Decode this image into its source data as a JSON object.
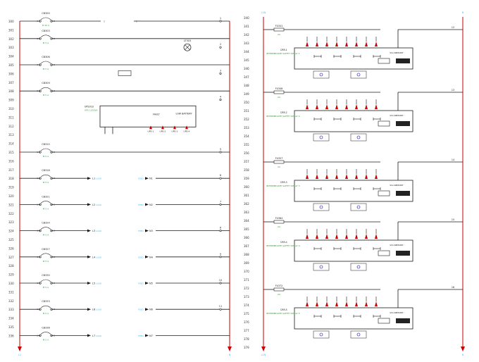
{
  "colors": {
    "wire": "#1a1a1a",
    "rail": "#cc0000",
    "tag": "#5ab8e8",
    "label": "#2e9e2e",
    "coil": "#0000aa"
  },
  "left": {
    "rungs": [
      "300",
      "301",
      "302",
      "303",
      "304",
      "305",
      "306",
      "307",
      "308",
      "309",
      "310",
      "311",
      "312",
      "313",
      "314",
      "315",
      "316",
      "317",
      "318",
      "319",
      "320",
      "321",
      "322",
      "323",
      "324",
      "325",
      "326",
      "327",
      "328",
      "329",
      "330",
      "331",
      "332",
      "333",
      "334",
      "335",
      "336"
    ],
    "breakers": [
      {
        "name": "CB300",
        "sub": "M 10 A",
        "wire": "2"
      },
      {
        "name": "CB303",
        "sub": "M 5 A",
        "wire": "3"
      },
      {
        "name": "CB306",
        "sub": "M 5 A",
        "wire": "4"
      },
      {
        "name": "CB309",
        "sub": "M 5 A",
        "wire": "5"
      },
      {
        "name": "CB315",
        "sub": "M 5 A",
        "wire": "6"
      },
      {
        "name": "CB318",
        "sub": "M 5 A",
        "wire": "L1"
      },
      {
        "name": "CB321",
        "sub": "M 5 A",
        "wire": "L2"
      },
      {
        "name": "CB324",
        "sub": "M 5 A",
        "wire": "L3"
      },
      {
        "name": "CB327",
        "sub": "M 5 A",
        "wire": "L4"
      },
      {
        "name": "CB330",
        "sub": "M 5 A",
        "wire": "L5"
      },
      {
        "name": "CB333",
        "sub": "M 5 A",
        "wire": "L6"
      },
      {
        "name": "CB336",
        "sub": "M 5 A",
        "wire": "L7"
      }
    ],
    "out_numbers": [
      "1",
      "2",
      "3",
      "4",
      "5",
      "6",
      "7",
      "8",
      "9",
      "10",
      "11"
    ],
    "ups": {
      "name": "UPS310",
      "sub": "UPS 1200VA",
      "fault": "FAULT",
      "battery": "LOW BATTERY",
      "terms": [
        "UPS-1",
        "UPS-2",
        "UPS-3",
        "UPS-4"
      ]
    },
    "light": "LT303",
    "bottom_tags": [
      "L1",
      "N"
    ]
  },
  "right": {
    "rungs": [
      "340",
      "341",
      "342",
      "343",
      "344",
      "345",
      "346",
      "347",
      "348",
      "349",
      "350",
      "351",
      "352",
      "353",
      "354",
      "355",
      "356",
      "357",
      "358",
      "359",
      "360",
      "361",
      "362",
      "363",
      "364",
      "365",
      "366",
      "367",
      "368",
      "369",
      "370",
      "371",
      "372",
      "373",
      "374",
      "375",
      "376",
      "377",
      "378",
      "379"
    ],
    "fuses": [
      {
        "name": "FU341",
        "sub": "2A"
      },
      {
        "name": "FU348",
        "sub": "2A"
      },
      {
        "name": "FU357",
        "sub": "2A"
      },
      {
        "name": "FU364",
        "sub": "2A"
      },
      {
        "name": "FU372",
        "sub": "2A"
      }
    ],
    "relays": [
      {
        "name": "CRR-1",
        "label": "INTERMEDIATE SAFETY RELAY 1",
        "desc": "SCL-SRB300ST"
      },
      {
        "name": "CRR-2",
        "label": "INTERMEDIATE SAFETY RELAY 2",
        "desc": "SCL-SRB300ST"
      },
      {
        "name": "CRR-3",
        "label": "INTERMEDIATE SAFETY RELAY 3",
        "desc": "SCL-SRB300ST"
      },
      {
        "name": "CRR-4",
        "label": "INTERMEDIATE SAFETY RELAY 4",
        "desc": "SCL-SRB300ST"
      },
      {
        "name": "CRR-5",
        "label": "INTERMEDIATE SAFETY RELAY 5",
        "desc": "SCL-SRB300ST"
      }
    ],
    "top_tags": [
      "L1N",
      "N"
    ],
    "bottom_tags": [
      "L1N",
      "N"
    ]
  }
}
